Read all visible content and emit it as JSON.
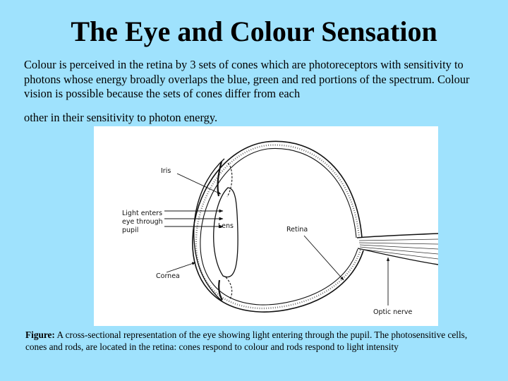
{
  "slide": {
    "title": "The Eye and Colour Sensation",
    "paragraph_1": "Colour is perceived in the retina by 3 sets of cones which are photoreceptors with sensitivity to photons whose energy broadly overlaps the blue, green and red portions of the spectrum. Colour vision is possible because the sets of cones differ from each",
    "paragraph_2": "other in their sensitivity to photon energy."
  },
  "diagram": {
    "labels": {
      "iris": "Iris",
      "light_line1": "Light enters",
      "light_line2": "eye through",
      "light_line3": "pupil",
      "lens": "Lens",
      "retina": "Retina",
      "cornea": "Cornea",
      "optic_nerve": "Optic nerve"
    }
  },
  "caption": {
    "label": "Figure:",
    "text": " A cross-sectional representation of the eye showing light entering through the pupil. The photosensitive cells, cones and rods, are located in the retina: cones respond to colour and rods respond to light intensity"
  }
}
